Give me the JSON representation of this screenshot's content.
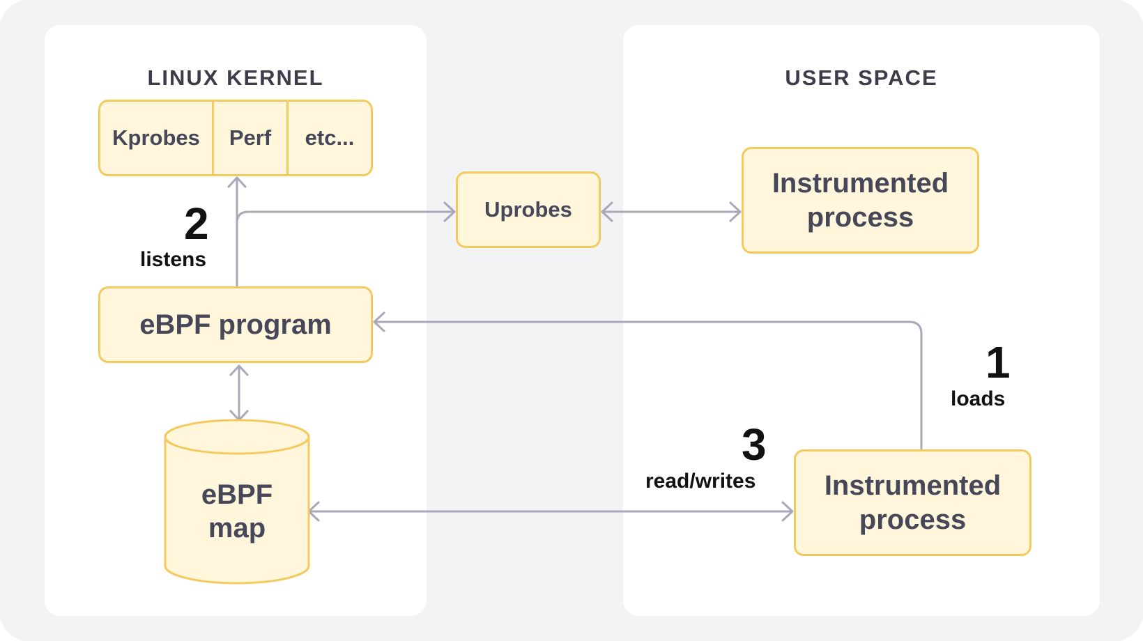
{
  "kernel": {
    "title": "LINUX KERNEL",
    "hooks": [
      "Kprobes",
      "Perf",
      "etc..."
    ],
    "program": "eBPF program",
    "map": [
      "eBPF",
      "map"
    ]
  },
  "user": {
    "title": "USER SPACE",
    "process_top": [
      "Instrumented",
      "process"
    ],
    "process_bottom": [
      "Instrumented",
      "process"
    ]
  },
  "uprobes": "Uprobes",
  "steps": [
    {
      "num": "1",
      "label": "loads"
    },
    {
      "num": "2",
      "label": "listens"
    },
    {
      "num": "3",
      "label": "read/writes"
    }
  ],
  "colors": {
    "background": "#f3f3f5",
    "panel": "#ffffff",
    "box_fill": "#fff6dc",
    "box_border": "#f4c95d",
    "arrow": "#a9a8bb",
    "text": "#47475a"
  }
}
